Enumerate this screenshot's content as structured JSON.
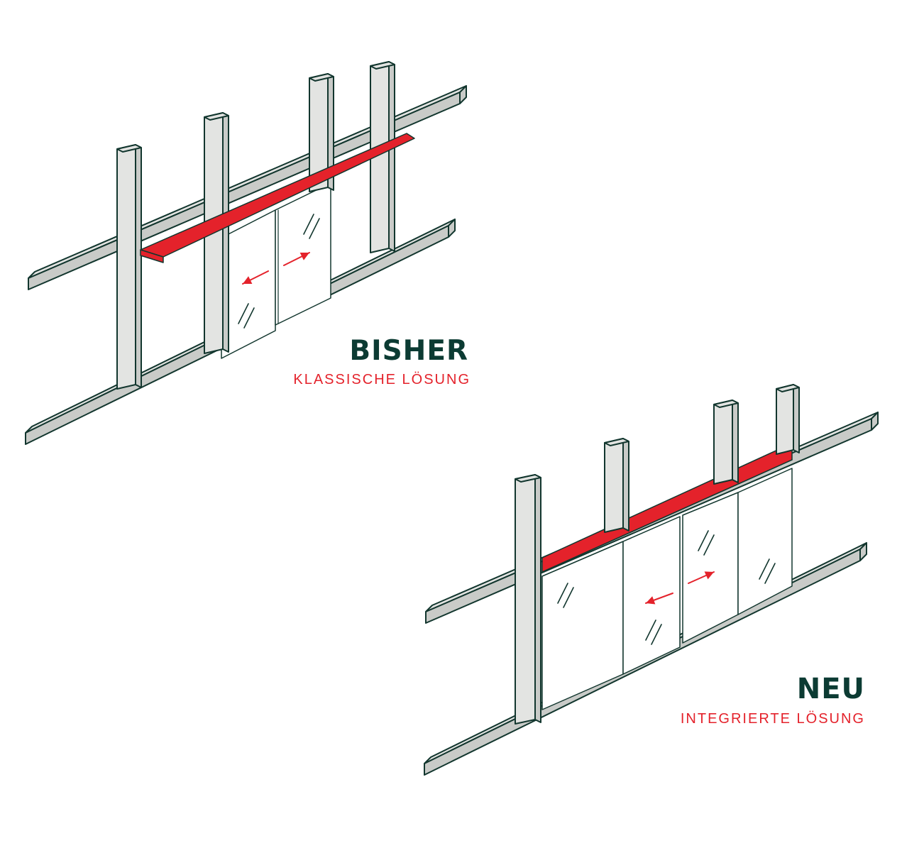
{
  "colors": {
    "outline": "#12362e",
    "frame_fill": "#e3e4e2",
    "frame_side": "#c9cbc8",
    "accent": "#e4222b",
    "heading": "#0c3b33",
    "glass": "#ffffff"
  },
  "panels": [
    {
      "key": "old",
      "title": "BISHER",
      "subtitle": "KLASSISCHE LÖSUNG"
    },
    {
      "key": "new",
      "title": "NEU",
      "subtitle": "INTEGRIERTE LÖSUNG"
    }
  ]
}
